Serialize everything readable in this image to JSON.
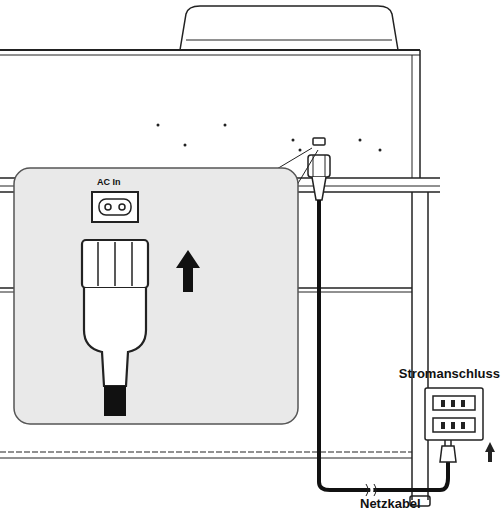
{
  "diagram": {
    "labels": [
      "AC In",
      "Stromanschluss",
      "Netzkabel"
    ]
  }
}
